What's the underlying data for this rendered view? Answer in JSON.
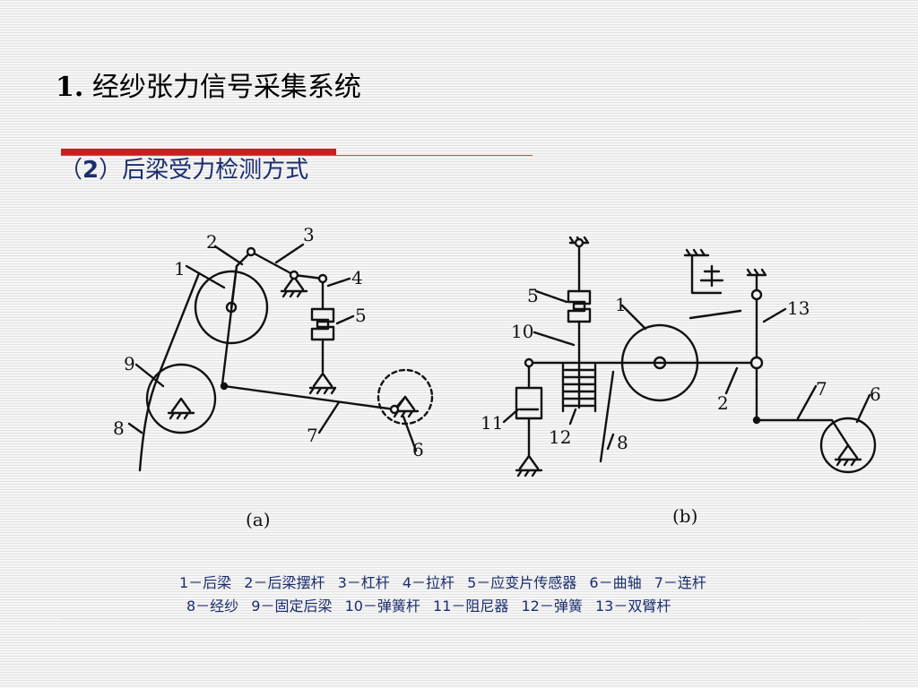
{
  "slide": {
    "title_number": "1.",
    "title_text": "经纱张力信号采集系统",
    "subtitle_open": "（",
    "subtitle_number": "2",
    "subtitle_close": "）",
    "subtitle_text": "后梁受力检测方式"
  },
  "figure": {
    "labels_a": [
      "1",
      "2",
      "3",
      "4",
      "5",
      "6",
      "7",
      "8",
      "9"
    ],
    "labels_b": [
      "1",
      "2",
      "5",
      "6",
      "7",
      "8",
      "10",
      "11",
      "12",
      "13"
    ],
    "caption_a": "(a)",
    "caption_b": "(b)"
  },
  "legend": {
    "line1": [
      "1－后梁",
      "2－后梁摆杆",
      "3－杠杆",
      "4－拉杆",
      "5－应变片传感器",
      "6－曲轴",
      "7－连杆"
    ],
    "line2": [
      "8－经纱",
      "9－固定后梁",
      "10－弹簧杆",
      "11－阻尼器",
      "12－弹簧",
      "13－双臂杆"
    ]
  }
}
